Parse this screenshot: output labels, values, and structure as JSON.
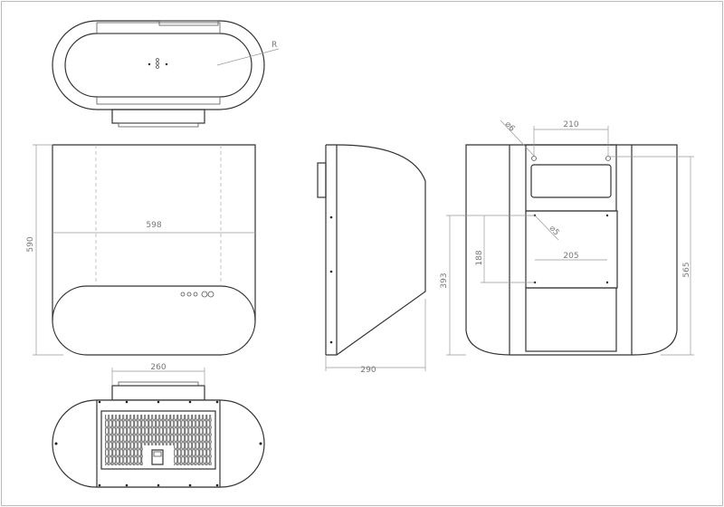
{
  "views": {
    "top": {
      "radius_label": "R"
    },
    "front": {
      "width_label": "598",
      "height_label": "590"
    },
    "side": {
      "depth_label": "290"
    },
    "rear": {
      "keyhole_spacing_label": "210",
      "keyhole_diameter_label": "⌀6",
      "hole_diameter_label": "⌀5",
      "hole_h_spacing_label": "205",
      "hole_v_spacing_label": "188",
      "hole_height_label": "393",
      "keyhole_height_label": "565"
    },
    "bottom": {
      "duct_width_label": "260"
    }
  },
  "colors": {
    "line": "#333333",
    "dimension": "#999999"
  }
}
